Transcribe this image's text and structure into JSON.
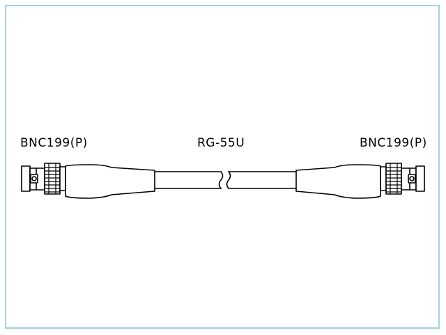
{
  "labels": {
    "left_connector": "BNC199(P)",
    "cable": "RG-55U",
    "right_connector": "BNC199(P)"
  },
  "colors": {
    "frame_border": "#9fd3e6",
    "line": "#000000",
    "background": "#ffffff"
  }
}
